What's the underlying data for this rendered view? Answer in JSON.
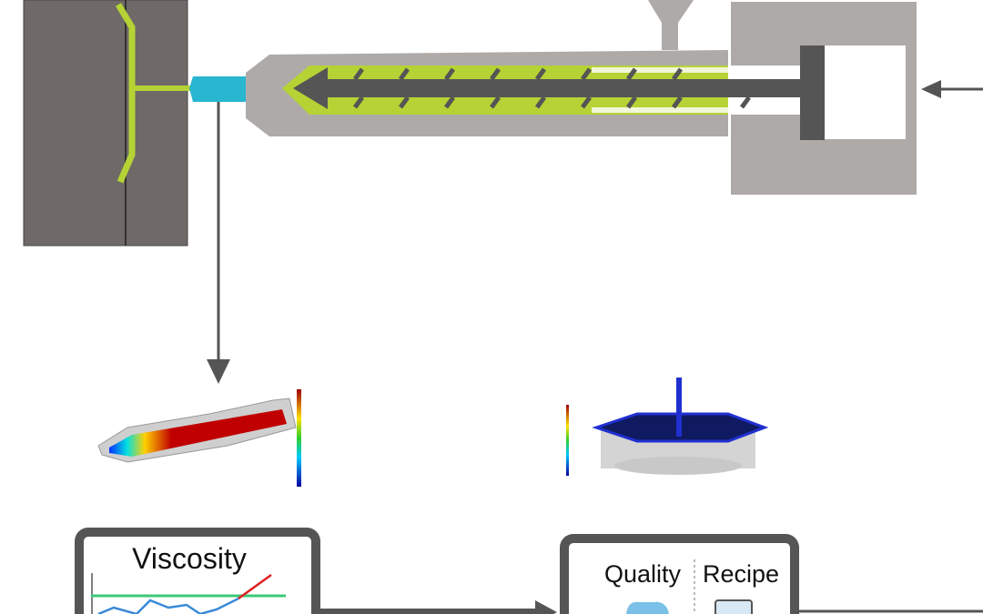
{
  "monitor_left": {
    "title": "Viscosity"
  },
  "monitor_right": {
    "quality_label": "Quality",
    "recipe_label": "Recipe"
  },
  "colors": {
    "mold": "#6f6a67",
    "barrel": "#aeaaa8",
    "screw": "#555555",
    "melt": "#b5d335",
    "nozzle": "#29b6d1",
    "arrow": "#555555",
    "monitor": "#555555"
  }
}
